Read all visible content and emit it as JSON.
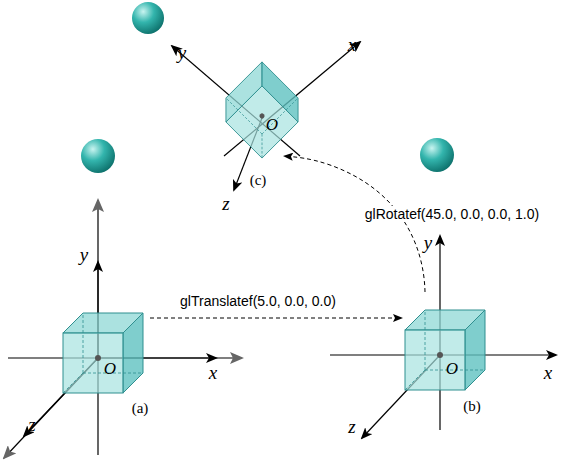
{
  "diagram": {
    "labels": [
      "y",
      "x",
      "z",
      "O",
      "(c)",
      "glRotatef(45.0, 0.0, 0.0, 1.0)",
      "y",
      "O",
      "x",
      "z",
      "(a)",
      "glTranslatef(5.0, 0.0, 0.0)",
      "y",
      "O",
      "x",
      "z",
      "(b)"
    ]
  }
}
